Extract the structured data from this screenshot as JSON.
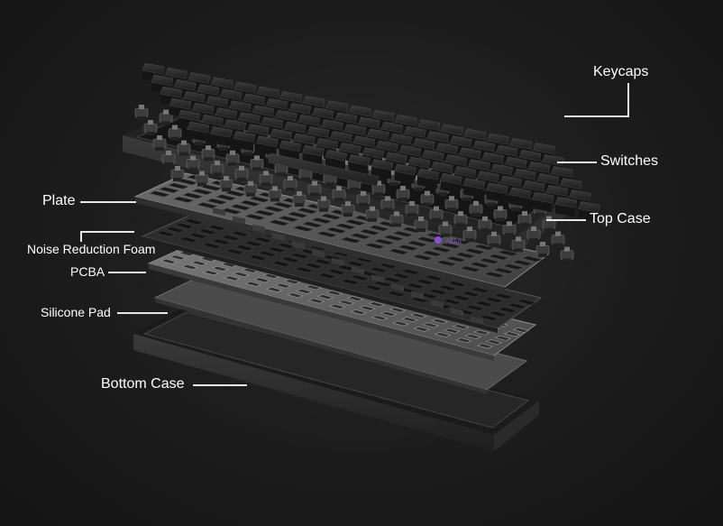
{
  "diagram": {
    "brand_text": "Akko",
    "colors": {
      "background": "#1c1c1c",
      "label_text": "#ffffff",
      "leader_line": "#e6e6e6",
      "keycap": "#2b2b2b",
      "plate": "#5a5a5a",
      "case": "#303030",
      "brand_accent": "#8a4fd6"
    },
    "layers": [
      {
        "id": "keycaps",
        "label": "Keycaps"
      },
      {
        "id": "switches",
        "label": "Switches"
      },
      {
        "id": "top-case",
        "label": "Top Case"
      },
      {
        "id": "plate",
        "label": "Plate"
      },
      {
        "id": "noise-reduction-foam",
        "label": "Noise Reduction Foam"
      },
      {
        "id": "pcba",
        "label": "PCBA"
      },
      {
        "id": "silicone-pad",
        "label": "Silicone Pad"
      },
      {
        "id": "bottom-case",
        "label": "Bottom Case"
      }
    ]
  }
}
